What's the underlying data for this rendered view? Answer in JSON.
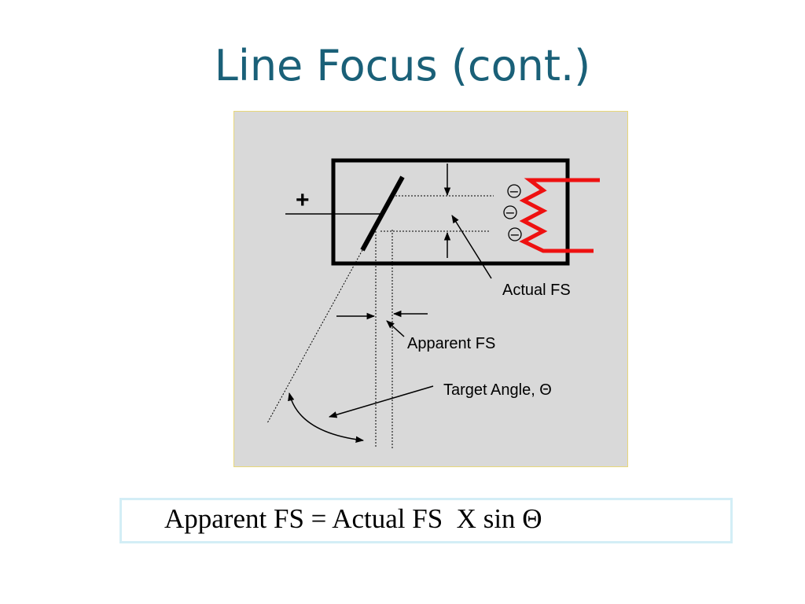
{
  "slide": {
    "title": "Line Focus (cont.)"
  },
  "diagram": {
    "labels": {
      "anode_sign": "+",
      "electron_sign": "−",
      "actual_fs": "Actual FS",
      "apparent_fs": "Apparent FS",
      "target_angle": "Target Angle, Θ"
    },
    "colors": {
      "filament": "#ee1111",
      "panel_background": "#d9d9d9",
      "panel_border": "#e8d77a",
      "title": "#1a6078"
    }
  },
  "formula": {
    "text": "Apparent FS = Actual FS  X sin Θ"
  }
}
